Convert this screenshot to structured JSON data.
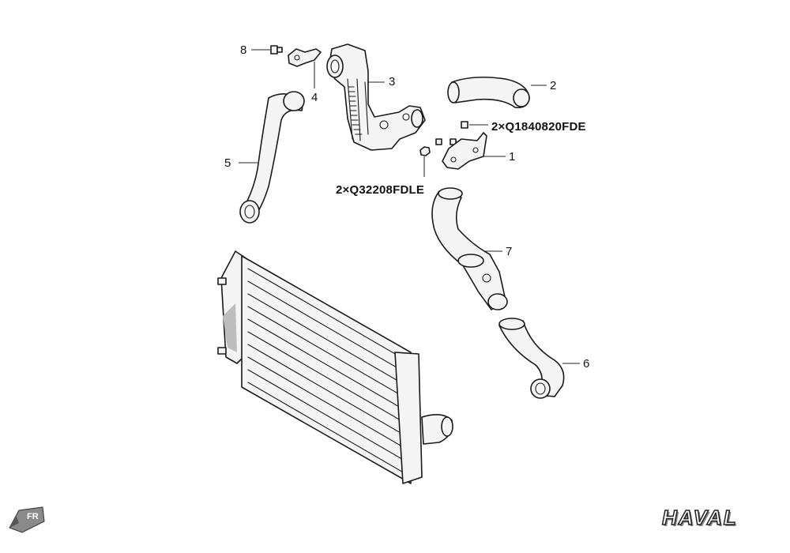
{
  "callouts": [
    {
      "id": "c1",
      "text": "1"
    },
    {
      "id": "c2",
      "text": "2"
    },
    {
      "id": "c3",
      "text": "3"
    },
    {
      "id": "c4",
      "text": "4"
    },
    {
      "id": "c5",
      "text": "5"
    },
    {
      "id": "c6",
      "text": "6"
    },
    {
      "id": "c7",
      "text": "7"
    },
    {
      "id": "c8",
      "text": "8"
    }
  ],
  "part_numbers": {
    "bolt_pair": "2×Q1840820FDE",
    "nut_pair": "2×Q32208FDLE"
  },
  "orientation_badge": {
    "text": "FR",
    "icon": "arrow-front-icon"
  },
  "brand": {
    "text": "HAVAL"
  }
}
